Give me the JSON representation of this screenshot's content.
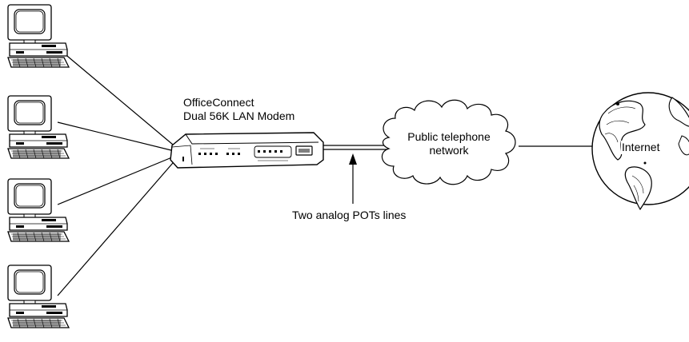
{
  "modem": {
    "name_line1": "OfficeConnect",
    "name_line2": "Dual 56K LAN Modem"
  },
  "network": {
    "line1": "Public telephone",
    "line2": "network"
  },
  "internet": {
    "label": "Internet"
  },
  "lines": {
    "label": "Two analog POTs lines"
  },
  "computers": [
    "pc-1",
    "pc-2",
    "pc-3",
    "pc-4"
  ],
  "icons": [
    "computer-icon",
    "modem-icon",
    "cloud-icon",
    "globe-icon",
    "arrow-icon"
  ]
}
